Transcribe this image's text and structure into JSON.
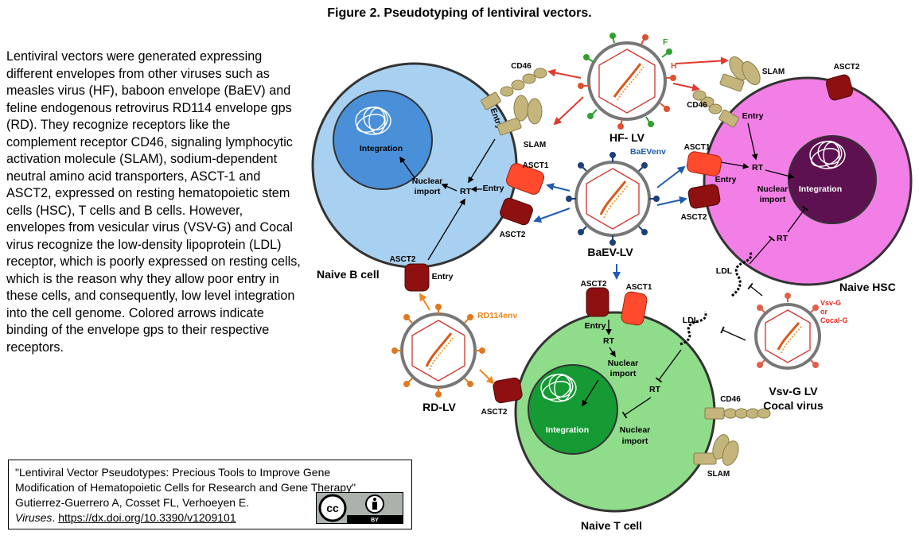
{
  "title": "Figure 2. Pseudotyping of lentiviral vectors.",
  "description": "Lentiviral vectors were generated expressing different  envelopes from other viruses such as measles virus (HF), baboon envelope (BaEV) and feline endogenous retrovirus RD114 envelope gps (RD). They recognize receptors like the complement receptor CD46, signaling lymphocytic activation molecule (SLAM), sodium-dependent neutral amino acid transporters, ASCT-1 and ASCT2, expressed on resting hematopoietic stem cells (HSC), T cells and B cells. However, envelopes from vesicular virus (VSV-G) and Cocal virus recognize the low-density lipoprotein (LDL) receptor, which is poorly expressed on resting cells, which is the reason why they allow poor entry in these cells, and consequently, low level integration into the cell genome. Colored arrows indicate binding of the envelope gps to their respective receptors.",
  "citation": {
    "line1": "\"Lentiviral Vector Pseudotypes: Precious Tools to Improve Gene",
    "line2": "Modification of Hematopoietic Cells for Research and Gene Therapy\"",
    "line3": "Gutierrez-Guerrero A, Cosset FL, Verhoeyen E.",
    "journal": "Viruses",
    "doi": "https://dx.doi.org/10.3390/v1209101",
    "license": "BY"
  },
  "labels": {
    "naive_b": "Naive B cell",
    "naive_hsc": "Naive HSC",
    "naive_t": "Naive T cell",
    "hf_lv": "HF- LV",
    "baev_lv": "BaEV-LV",
    "rd_lv": "RD-LV",
    "vsv_line1": "Vsv-G LV",
    "vsv_line2": "Cocal virus",
    "f": "F",
    "h": "H",
    "baevenv": "BaEVenv",
    "rd114env": "RD114env",
    "vsvg": "Vsv-G",
    "or": "or",
    "cocalg": "Cocal-G",
    "cd46": "CD46",
    "slam": "SLAM",
    "asct1": "ASCT1",
    "asct2": "ASCT2",
    "ldl": "LDL",
    "entry": "Entry",
    "rt": "RT",
    "nuclear": "Nuclear",
    "import": "import",
    "integration": "Integration"
  },
  "colors": {
    "b_cell": "#a8d0f0",
    "b_nucleus": "#4a90d9",
    "hsc_cell": "#f27fe6",
    "hsc_nucleus": "#5e1150",
    "t_cell": "#8fdc8a",
    "t_nucleus": "#169a33",
    "arrow_hf": "#e03a2e",
    "arrow_baev": "#1f5bb0",
    "arrow_rd": "#f0861e",
    "receptor_tan": "#c4b57d",
    "asct1": "#ff4a2d",
    "asct2": "#8e1010",
    "vsv_label": "#e8281e"
  }
}
